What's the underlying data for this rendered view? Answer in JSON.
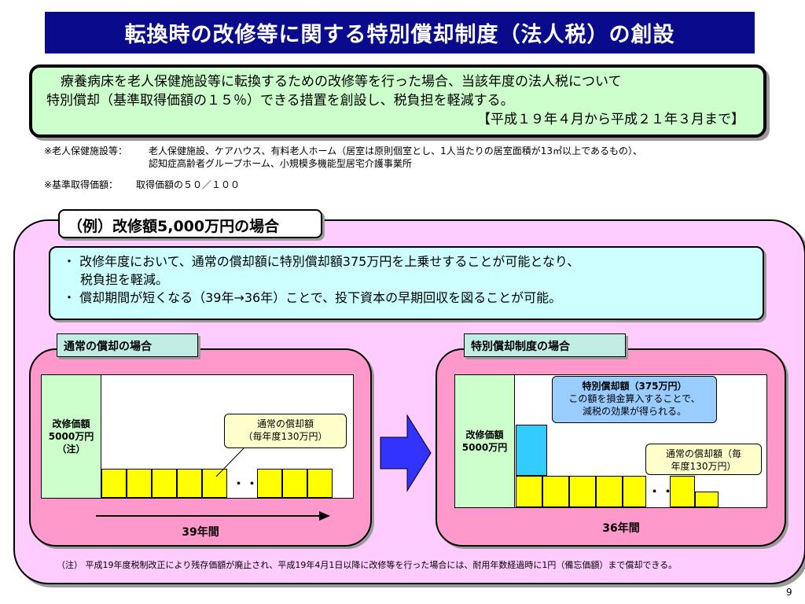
{
  "title": "転換時の改修等に関する特別償却制度（法人税）の創設",
  "summary": {
    "line1": "療養病床を老人保健施設等に転換するための改修等を行った場合、当該年度の法人税について",
    "line2": "特別償却（基準取得価額の１５％）できる措置を創設し、税負担を軽減する。",
    "period": "【平成１９年４月から平成２１年３月まで】"
  },
  "notes": {
    "facility_label": "※老人保健施設等：",
    "facility_text1": "老人保健施設、ケアハウス、有料老人ホーム（居室は原則個室とし、1人当たりの居室面積が13㎡以上であるもの）、",
    "facility_text2": "認知症高齢者グループホーム、小規模多機能型居宅介護事業所",
    "base_label": "※基準取得価額：",
    "base_text": "取得価額の５０／１００"
  },
  "example": {
    "tab": "（例）改修額5,000万円の場合",
    "bullet1": "・ 改修年度において、通常の償却額に特別償却額375万円を上乗せすることが可能となり、",
    "bullet1_cont": "税負担を軽減。",
    "bullet2": "・ 償却期間が短くなる（39年→36年）ことで、投下資本の早期回収を図ることが可能。"
  },
  "normal": {
    "tab": "通常の償却の場合",
    "value_l1": "改修価額",
    "value_l2": "5000万円",
    "value_l3": "（注）",
    "callout_l1": "通常の償却額",
    "callout_l2": "（毎年度130万円）",
    "dots": "・・・",
    "period": "39年間"
  },
  "special": {
    "tab": "特別償却制度の場合",
    "value_l1": "改修価額",
    "value_l2": "5000万円",
    "special_l1": "特別償却額（375万円）",
    "special_l2": "この額を損金算入することで、",
    "special_l3": "減税の効果が得られる。",
    "callout_l1": "通常の償却額（毎",
    "callout_l2": "年度130万円）",
    "dots": "・・・",
    "period": "36年間"
  },
  "footnote": "（注） 平成19年度税制改正により残存価額が廃止され、平成19年4月1日以降に改修等を行った場合には、耐用年数経過時に1円（備忘価額）まで償却できる。",
  "page_number": "9"
}
